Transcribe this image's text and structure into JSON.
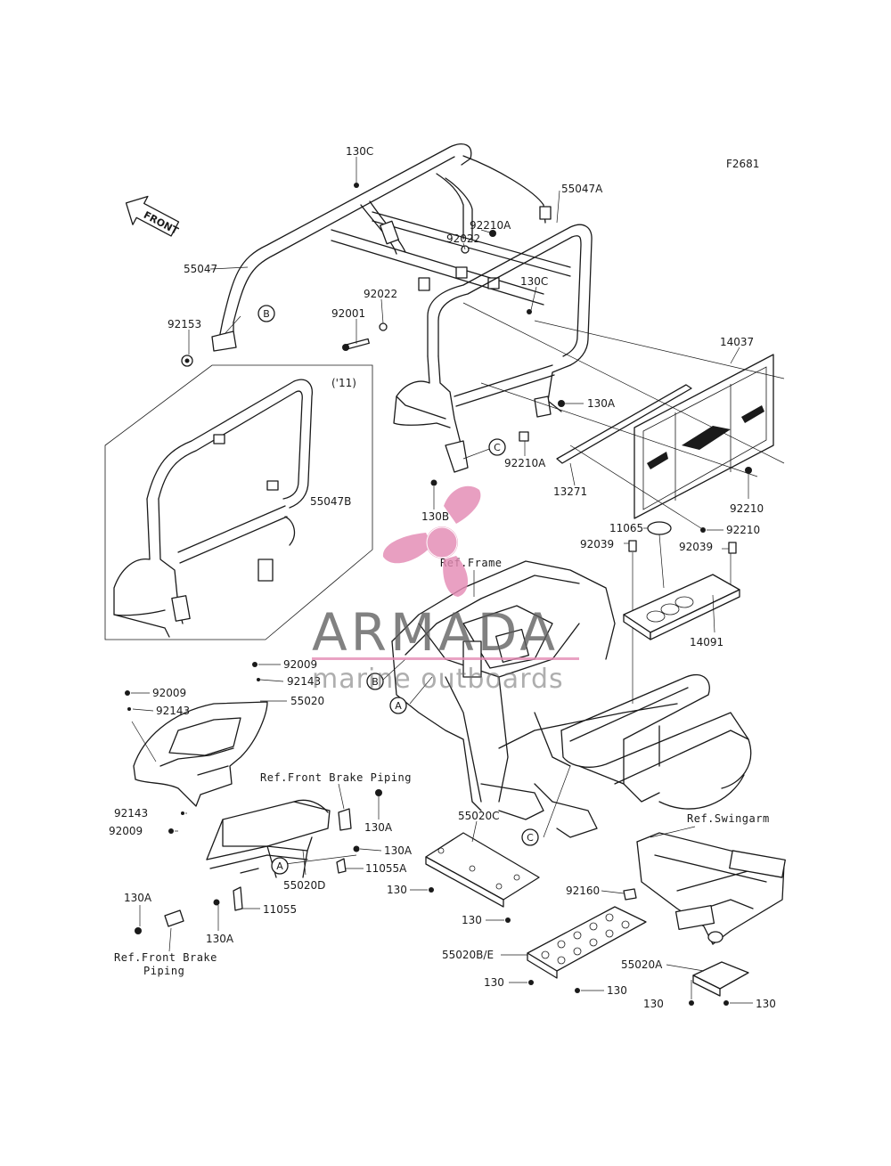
{
  "diagram": {
    "figure_code": "F2681",
    "front_arrow_text": "FRONT",
    "year_note": "('11)",
    "labels": {
      "p130C_top": "130C",
      "p55047A": "55047A",
      "p92210A_top": "92210A",
      "p92022_top": "92022",
      "p55047": "55047",
      "p92022_mid": "92022",
      "p92001": "92001",
      "p130C_mid": "130C",
      "p92153": "92153",
      "p14037": "14037",
      "p130A_mid": "130A",
      "p92210A_mid": "92210A",
      "p13271": "13271",
      "p92210_1": "92210",
      "p92210_2": "92210",
      "p55047B": "55047B",
      "p130B": "130B",
      "p11065": "11065",
      "p92039_1": "92039",
      "p92039_2": "92039",
      "p14091": "14091",
      "ref_frame": "Ref.Frame",
      "p92009_1": "92009",
      "p92143_1": "92143",
      "p92009_2": "92009",
      "p92143_2": "92143",
      "p55020": "55020",
      "ref_front_brake_1": "Ref.Front Brake Piping",
      "p130A_r1": "130A",
      "p92143_3": "92143",
      "p92009_3": "92009",
      "p130A_r2": "130A",
      "p11055A": "11055A",
      "p55020D": "55020D",
      "p11055": "11055",
      "p130A_l": "130A",
      "p130A_b": "130A",
      "ref_front_brake_2a": "Ref.Front Brake",
      "ref_front_brake_2b": "Piping",
      "p55020C": "55020C",
      "p130_1": "130",
      "p130_2": "130",
      "ref_swingarm": "Ref.Swingarm",
      "p92160": "92160",
      "p55020BE": "55020B/E",
      "p130_3": "130",
      "p130_4": "130",
      "p55020A": "55020A",
      "p130_5": "130",
      "p130_6": "130"
    },
    "callouts": {
      "a1": "A",
      "a2": "A",
      "b1": "B",
      "b2": "B",
      "c1": "C",
      "c2": "C"
    }
  },
  "watermark": {
    "brand": "ARMADA",
    "tagline": "marine outboards",
    "color_pink": "#e48bb4",
    "color_gray": "#5d5d5d"
  }
}
